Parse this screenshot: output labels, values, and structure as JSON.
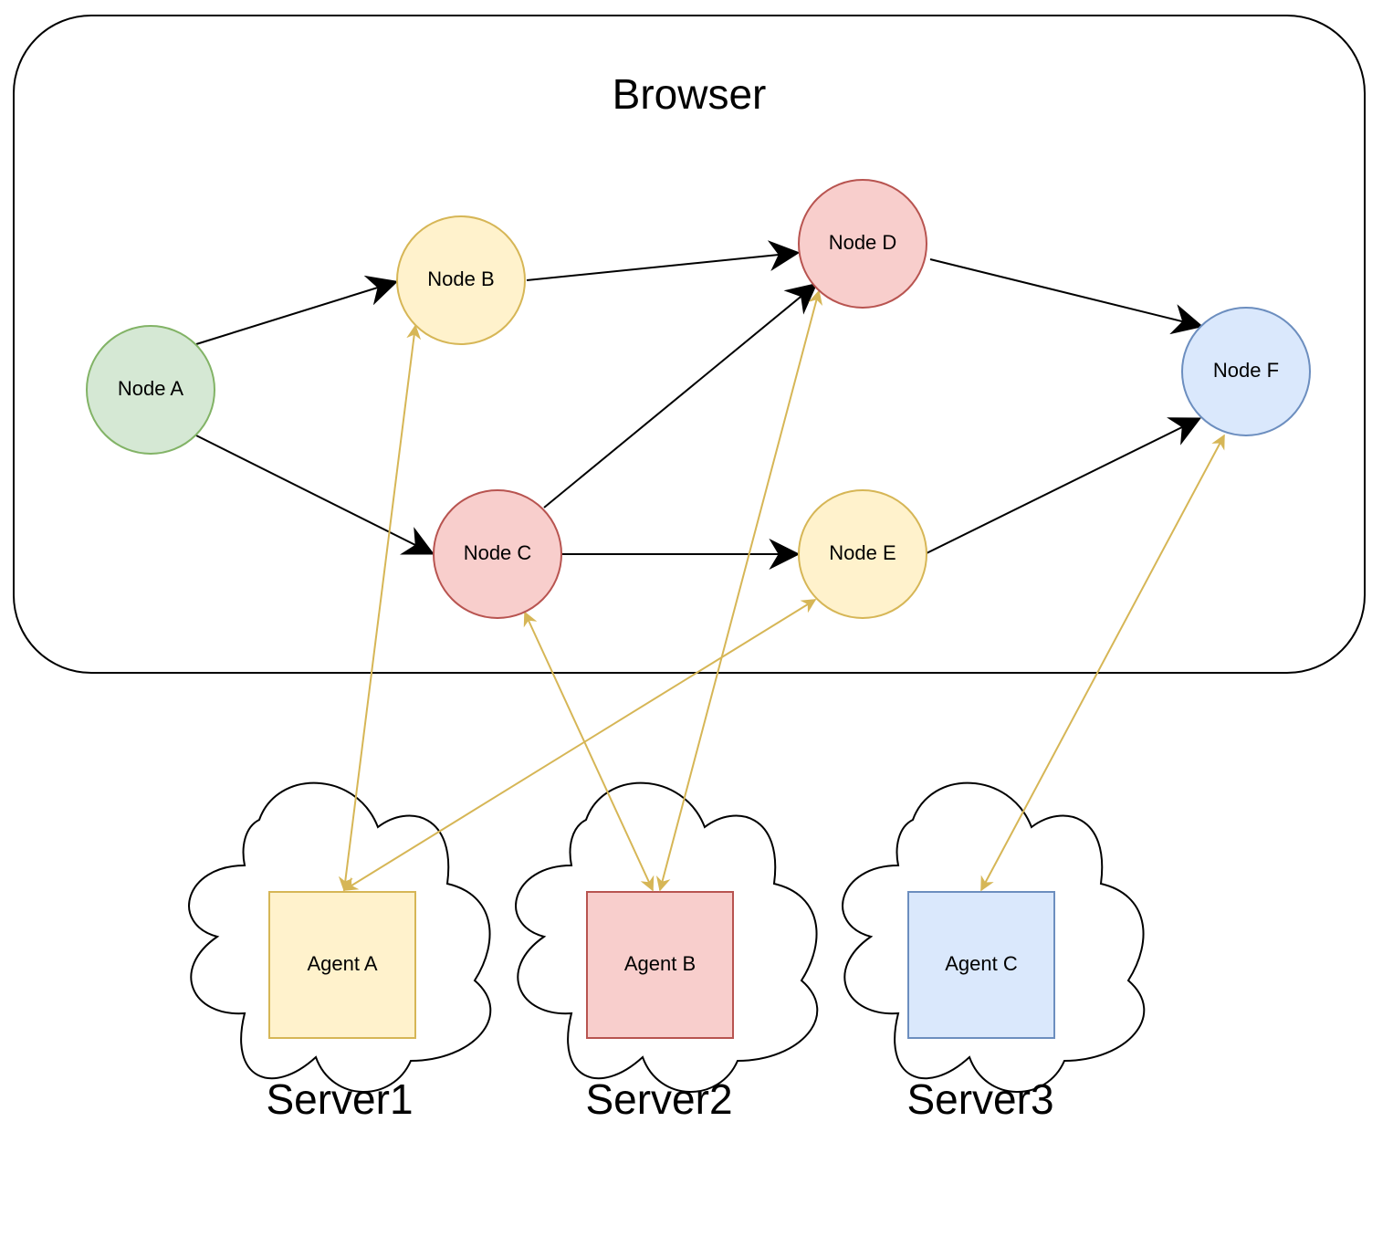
{
  "browser": {
    "title": "Browser"
  },
  "colors": {
    "green_fill": "#d5e8d4",
    "green_stroke": "#82b366",
    "yellow_fill": "#fff2cc",
    "yellow_stroke": "#d6b656",
    "red_fill": "#f8cecc",
    "red_stroke": "#b85450",
    "blue_fill": "#dae8fc",
    "blue_stroke": "#6c8ebf",
    "edge": "#000000",
    "link": "#d6b656"
  },
  "nodes": {
    "a": {
      "label": "Node A",
      "color": "green"
    },
    "b": {
      "label": "Node B",
      "color": "yellow"
    },
    "c": {
      "label": "Node C",
      "color": "red"
    },
    "d": {
      "label": "Node D",
      "color": "red"
    },
    "e": {
      "label": "Node E",
      "color": "yellow"
    },
    "f": {
      "label": "Node F",
      "color": "blue"
    }
  },
  "servers": {
    "s1": {
      "label": "Server1"
    },
    "s2": {
      "label": "Server2"
    },
    "s3": {
      "label": "Server3"
    }
  },
  "agents": {
    "a": {
      "label": "Agent A",
      "color": "yellow"
    },
    "b": {
      "label": "Agent B",
      "color": "red"
    },
    "c": {
      "label": "Agent C",
      "color": "blue"
    }
  },
  "edges": [
    {
      "from": "Node A",
      "to": "Node B"
    },
    {
      "from": "Node A",
      "to": "Node C"
    },
    {
      "from": "Node B",
      "to": "Node D"
    },
    {
      "from": "Node C",
      "to": "Node D"
    },
    {
      "from": "Node C",
      "to": "Node E"
    },
    {
      "from": "Node D",
      "to": "Node F"
    },
    {
      "from": "Node E",
      "to": "Node F"
    }
  ],
  "links": [
    {
      "from": "Agent A",
      "to": "Node B"
    },
    {
      "from": "Agent A",
      "to": "Node E"
    },
    {
      "from": "Agent B",
      "to": "Node C"
    },
    {
      "from": "Agent B",
      "to": "Node D"
    },
    {
      "from": "Agent C",
      "to": "Node F"
    }
  ]
}
